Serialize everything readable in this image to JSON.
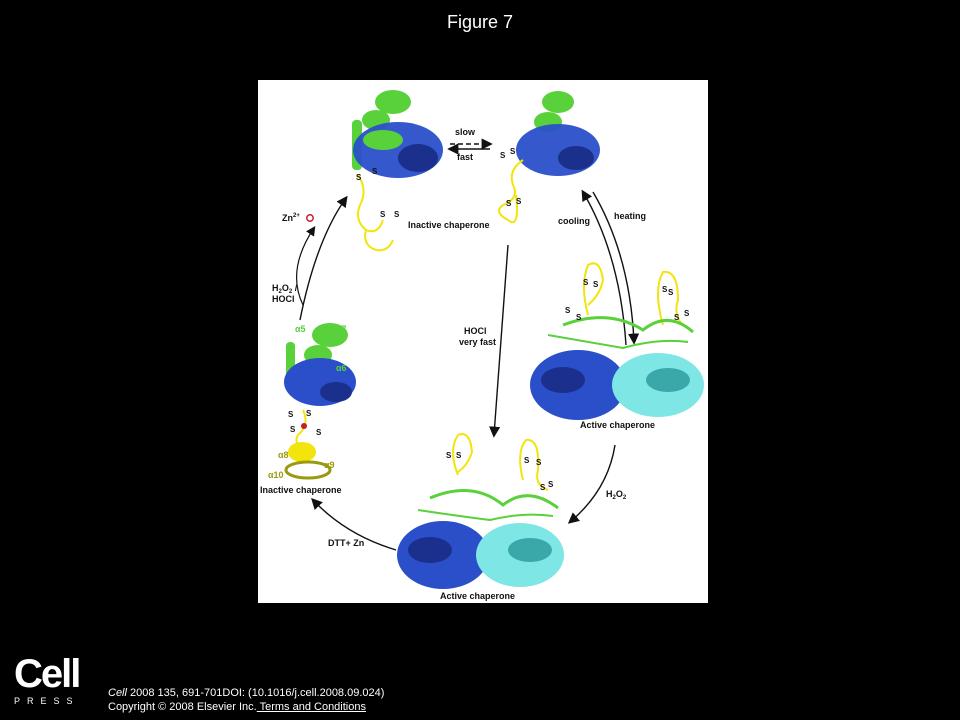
{
  "figure_title": "Figure 7",
  "diagram": {
    "labels": {
      "slow": "slow",
      "fast": "fast",
      "inactive_top": "Inactive chaperone",
      "cooling": "cooling",
      "heating": "heating",
      "zn": "Zn",
      "zn_sup": "2+",
      "h2o2_hocl_line1": "H",
      "h2o2_hocl_sub1": "2",
      "h2o2_hocl_o": "O",
      "h2o2_hocl_sub2": "2",
      "h2o2_hocl_slash": " /",
      "hocl": "HOCl",
      "hocl_very_fast_1": "HOCl",
      "hocl_very_fast_2": "very fast",
      "active_right": "Active chaperone",
      "inactive_left": "Inactive chaperone",
      "h2o2_right_h": "H",
      "h2o2_right_sub1": "2",
      "h2o2_right_o": "O",
      "h2o2_right_sub2": "2",
      "dtt_zn": "DTT+ Zn",
      "active_bottom": "Active chaperone",
      "alpha5": "α5",
      "alpha6": "α6",
      "alpha7": "α7",
      "alpha8": "α8",
      "alpha9": "α9",
      "alpha10": "α10",
      "s": "S"
    },
    "colors": {
      "blue": "#2a4fc9",
      "dark_blue": "#1b2f8c",
      "green": "#59d13a",
      "yellow": "#f2e40c",
      "cyan": "#7fe6e6",
      "olive": "#9a9a10",
      "zinc_red": "#c0202a"
    }
  },
  "logo": {
    "name": "Cell",
    "press": "PRESS"
  },
  "citation": {
    "journal": "Cell",
    "line1_rest": " 2008 135, 691-701DOI: (10.1016/j.cell.2008.09.024)",
    "copyright": "Copyright © 2008 Elsevier Inc.",
    "terms_link": " Terms and Conditions"
  }
}
